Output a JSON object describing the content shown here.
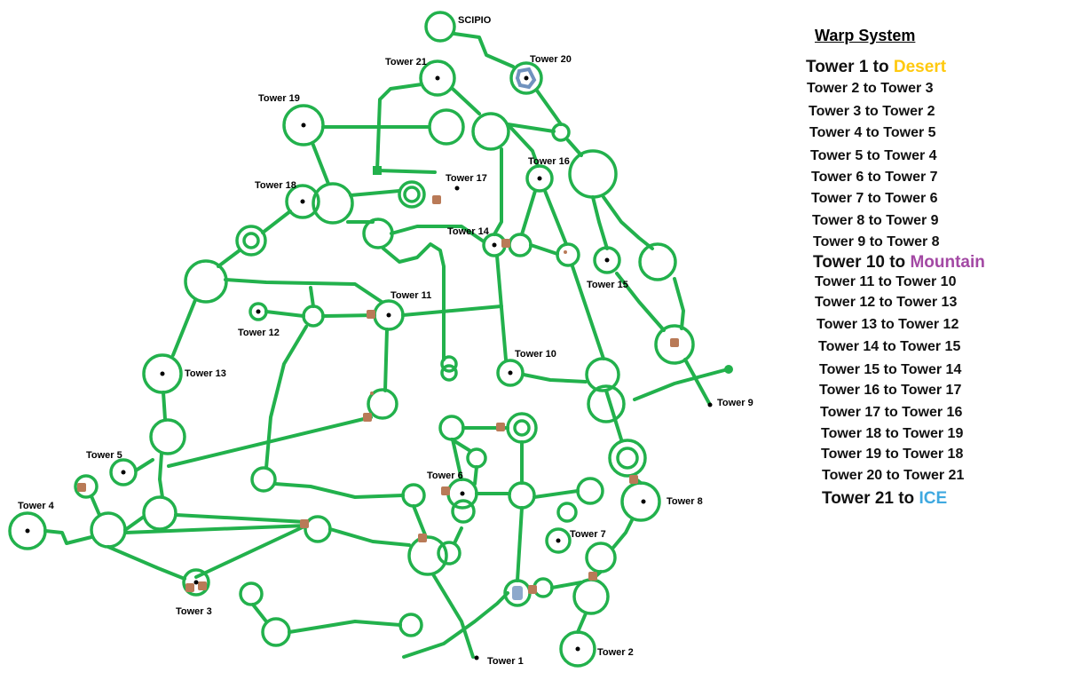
{
  "colors": {
    "road": "#22b14c",
    "warp_blob": "#b97a57",
    "tower_20_marker": "#7092be",
    "desert": "#ffc90e",
    "mountain": "#a349a4",
    "ice": "#3fa9e0"
  },
  "map_labels": [
    "SCIPIO",
    "Tower 21",
    "Tower 20",
    "Tower 19",
    "Tower 16",
    "Tower 18",
    "Tower 17",
    "Tower 14",
    "Tower 15",
    "Tower 11",
    "Tower 12",
    "Tower 13",
    "Tower 10",
    "Tower 9",
    "Tower 5",
    "Tower 6",
    "Tower 8",
    "Tower 4",
    "Tower 7",
    "Tower 3",
    "Tower 1",
    "Tower 2"
  ],
  "legend": {
    "title": "Warp System",
    "entries": [
      {
        "from": "Tower 1 to",
        "to": "Desert",
        "to_color": "#ffc90e"
      },
      {
        "from": "Tower 2 to",
        "to": "Tower 3"
      },
      {
        "from": "Tower 3 to",
        "to": "Tower 2"
      },
      {
        "from": "Tower 4 to",
        "to": "Tower 5"
      },
      {
        "from": "Tower 5 to",
        "to": "Tower 4"
      },
      {
        "from": "Tower 6 to",
        "to": "Tower 7"
      },
      {
        "from": "Tower 7 to",
        "to": "Tower 6"
      },
      {
        "from": "Tower 8 to",
        "to": "Tower 9"
      },
      {
        "from": "Tower 9 to",
        "to": "Tower 8"
      },
      {
        "from": "Tower 10 to",
        "to": "Mountain",
        "to_color": "#a349a4"
      },
      {
        "from": "Tower 11 to",
        "to": "Tower 10"
      },
      {
        "from": "Tower 12 to",
        "to": "Tower 13"
      },
      {
        "from": "Tower 13 to",
        "to": "Tower 12"
      },
      {
        "from": "Tower 14 to",
        "to": "Tower 15"
      },
      {
        "from": "Tower 15 to",
        "to": "Tower 14"
      },
      {
        "from": "Tower 16 to",
        "to": "Tower 17"
      },
      {
        "from": "Tower 17 to",
        "to": "Tower 16"
      },
      {
        "from": "Tower 18 to",
        "to": "Tower 19"
      },
      {
        "from": "Tower 19 to",
        "to": "Tower 18"
      },
      {
        "from": "Tower 20 to",
        "to": "Tower 21"
      },
      {
        "from": "Tower 21 to",
        "to": "ICE",
        "to_color": "#3fa9e0"
      }
    ]
  }
}
